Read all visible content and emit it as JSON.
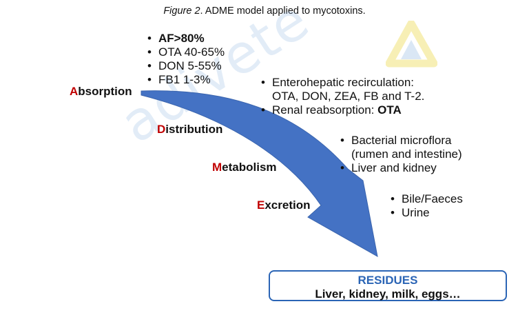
{
  "caption": {
    "figure_label": "Figure 2",
    "text": ". ADME model applied to mycotoxins."
  },
  "watermark": "adivete",
  "colors": {
    "arrow": "#4472c4",
    "stage_initial": "#c00000",
    "box_border": "#2a64b5",
    "box_title": "#2a64b5"
  },
  "stages": {
    "absorption": {
      "initial": "A",
      "rest": "bsorption"
    },
    "distribution": {
      "initial": "D",
      "rest": "istribution"
    },
    "metabolism": {
      "initial": "M",
      "rest": "etabolism"
    },
    "excretion": {
      "initial": "E",
      "rest": "xcretion"
    }
  },
  "absorption_list": [
    {
      "text": "AF>80%",
      "bold": true
    },
    {
      "text": "OTA 40-65%",
      "bold": false
    },
    {
      "text": "DON 5-55%",
      "bold": false
    },
    {
      "text": "FB1 1-3%",
      "bold": false
    }
  ],
  "distribution_list": {
    "item1_line1": "Enterohepatic recirculation:",
    "item1_line2": "OTA, DON, ZEA, FB and T-2.",
    "item2_prefix": "Renal reabsorption: ",
    "item2_bold": "OTA"
  },
  "metabolism_list": {
    "item1_line1": "Bacterial microflora",
    "item1_line2": "(rumen and intestine)",
    "item2": "Liver and kidney"
  },
  "excretion_list": [
    "Bile/Faeces",
    "Urine"
  ],
  "residues": {
    "title": "RESIDUES",
    "subtitle": "Liver, kidney, milk, eggs…"
  }
}
